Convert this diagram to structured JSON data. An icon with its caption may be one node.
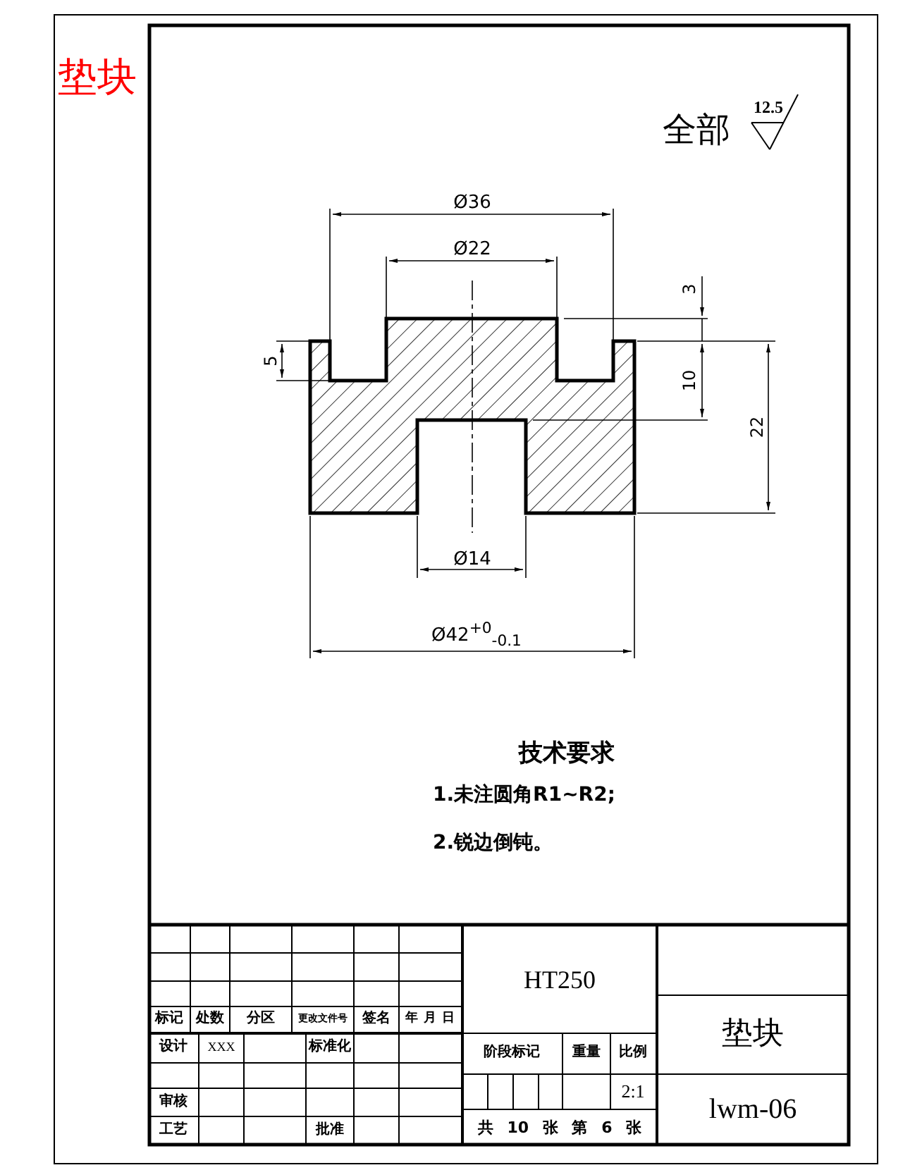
{
  "diagram": {
    "title": "垫块",
    "labels": [
      "全部",
      "12.5",
      "Ø36",
      "Ø22",
      "3",
      "5",
      "10",
      "22",
      "Ø14",
      "Ø42$^{+0}$$_{-0.1}$",
      "技术要求",
      "1.未注圆角R1~R2;",
      "2.锐边倒钝。",
      "HT250",
      "标记",
      "处数",
      "分区",
      "更改文件号",
      "签名",
      "年 月 日",
      "垫块",
      "设计",
      "XXX",
      "标准化",
      "阶段标记",
      "重量",
      "比例",
      "2:1",
      "审核",
      "lwm-06",
      "工艺",
      "批准",
      "共 10 张 第 6 张"
    ]
  }
}
